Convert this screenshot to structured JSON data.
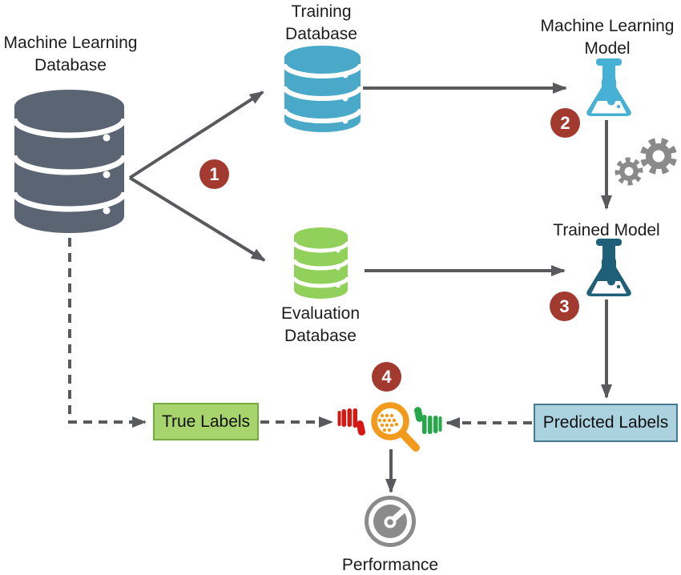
{
  "steps": [
    "1",
    "2",
    "3",
    "4"
  ],
  "nodes": {
    "ml_database": {
      "label": "Machine Learning\nDatabase"
    },
    "training_database": {
      "label": "Training\nDatabase"
    },
    "ml_model": {
      "label": "Machine Learning\nModel"
    },
    "trained_model": {
      "label": "Trained Model"
    },
    "evaluation_database": {
      "label": "Evaluation\nDatabase"
    },
    "true_labels": {
      "label": "True Labels"
    },
    "predicted_labels": {
      "label": "Predicted Labels"
    },
    "performance": {
      "label": "Performance"
    }
  },
  "edges": [
    {
      "from": "ml_database",
      "to": "training_database",
      "style": "solid",
      "step": "1"
    },
    {
      "from": "ml_database",
      "to": "evaluation_database",
      "style": "solid",
      "step": "1"
    },
    {
      "from": "training_database",
      "to": "ml_model",
      "style": "solid",
      "step": "2"
    },
    {
      "from": "ml_model",
      "to": "trained_model",
      "style": "solid"
    },
    {
      "from": "evaluation_database",
      "to": "trained_model",
      "style": "solid",
      "step": "3"
    },
    {
      "from": "trained_model",
      "to": "predicted_labels",
      "style": "solid"
    },
    {
      "from": "ml_database",
      "to": "true_labels",
      "style": "dashed"
    },
    {
      "from": "true_labels",
      "to": "comparison",
      "style": "dashed",
      "step": "4"
    },
    {
      "from": "predicted_labels",
      "to": "comparison",
      "style": "dashed"
    },
    {
      "from": "comparison",
      "to": "performance",
      "style": "solid"
    }
  ],
  "colors": {
    "db_dark": "#5b6472",
    "db_blue": "#4aa9c8",
    "db_green": "#92d05c",
    "flask_light": "#47b1d5",
    "flask_dark": "#1f6078",
    "step_red": "#a23a30",
    "box_green_fill": "#a8d46d",
    "box_green_border": "#74ab41",
    "box_blue_fill": "#aad3df",
    "box_blue_border": "#48788c",
    "thumb_red": "#d41914",
    "thumb_green": "#25a74a",
    "magnifier_orange": "#f29a1c",
    "gear_gray": "#8a8a8a",
    "gauge_gray": "#8b8b8b",
    "arrow_gray": "#595a5e",
    "background": "#ffffff"
  }
}
